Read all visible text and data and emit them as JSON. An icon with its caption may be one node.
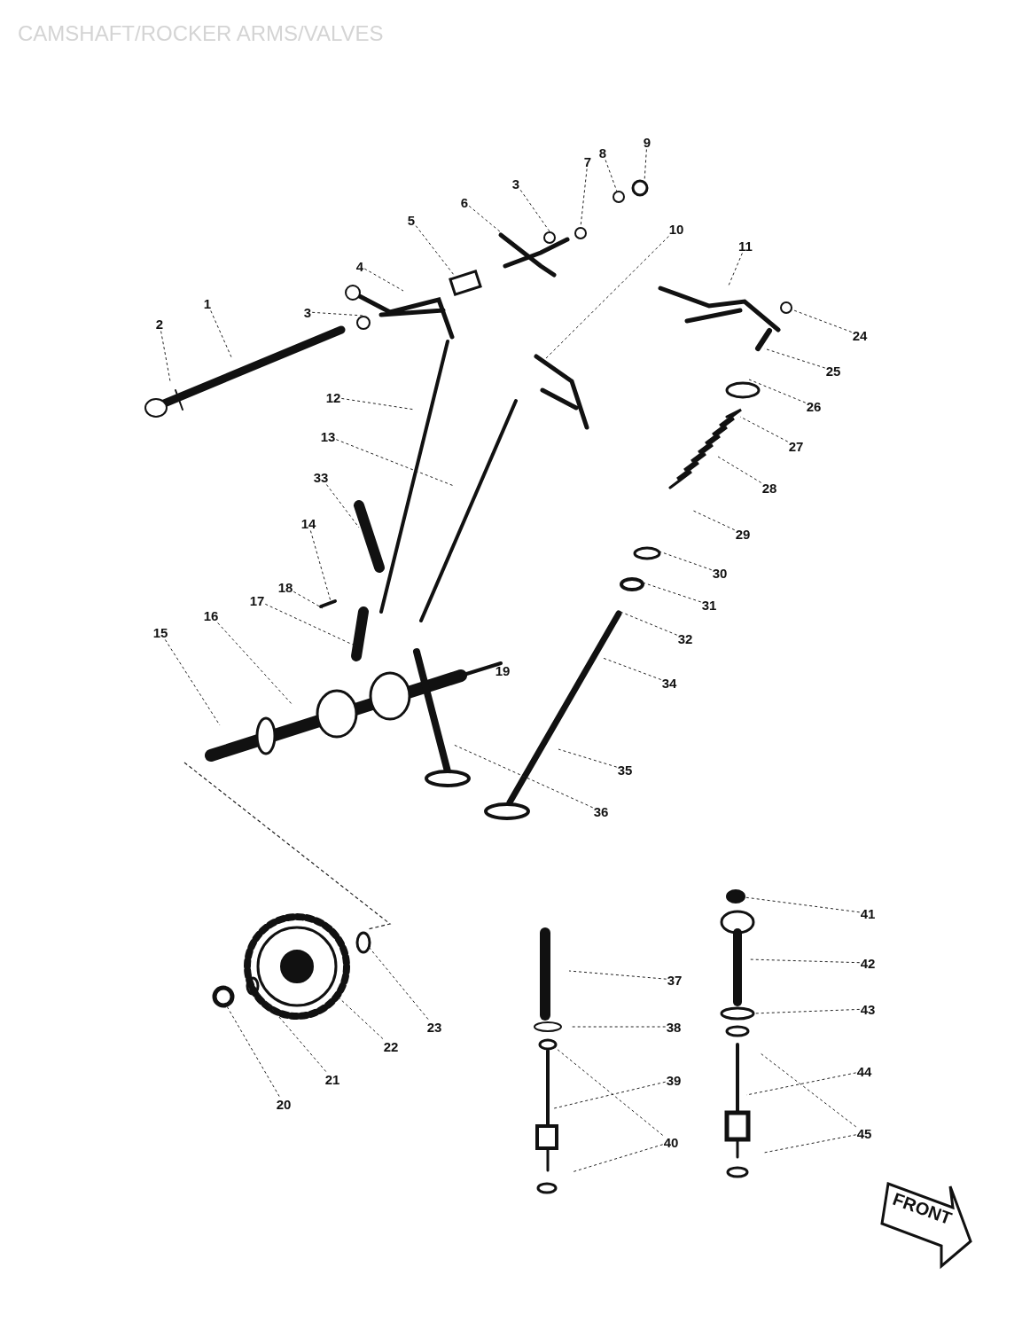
{
  "diagram": {
    "title": "CAMSHAFT/ROCKER ARMS/VALVES",
    "nodes": [
      {
        "text": [
          "9"
        ]
      },
      {
        "text": [
          "8"
        ]
      },
      {
        "text": [
          "7"
        ]
      },
      {
        "text": [
          "3"
        ]
      },
      {
        "text": [
          "6"
        ]
      },
      {
        "text": [
          "5"
        ]
      },
      {
        "text": [
          "10"
        ]
      },
      {
        "text": [
          "4"
        ]
      },
      {
        "text": [
          "11"
        ]
      },
      {
        "text": [
          "3"
        ]
      },
      {
        "text": [
          "1"
        ]
      },
      {
        "text": [
          "2"
        ]
      },
      {
        "text": [
          "24"
        ]
      },
      {
        "text": [
          "25"
        ]
      },
      {
        "text": [
          "12"
        ]
      },
      {
        "text": [
          "26"
        ]
      },
      {
        "text": [
          "13"
        ]
      },
      {
        "text": [
          "27"
        ]
      },
      {
        "text": [
          "33"
        ]
      },
      {
        "text": [
          "28"
        ]
      },
      {
        "text": [
          "14"
        ]
      },
      {
        "text": [
          "29"
        ]
      },
      {
        "text": [
          "30"
        ]
      },
      {
        "text": [
          "18"
        ]
      },
      {
        "text": [
          "17"
        ]
      },
      {
        "text": [
          "31"
        ]
      },
      {
        "text": [
          "16"
        ]
      },
      {
        "text": [
          "15"
        ]
      },
      {
        "text": [
          "32"
        ]
      },
      {
        "text": [
          "34"
        ]
      },
      {
        "text": [
          "35"
        ]
      },
      {
        "text": [
          "36"
        ]
      },
      {
        "text": [
          "41"
        ]
      },
      {
        "text": [
          "42"
        ]
      },
      {
        "text": [
          "37"
        ]
      },
      {
        "text": [
          "43"
        ]
      },
      {
        "text": [
          "38"
        ]
      },
      {
        "text": [
          "23"
        ]
      },
      {
        "text": [
          "22"
        ]
      },
      {
        "text": [
          "44"
        ]
      },
      {
        "text": [
          "21"
        ]
      },
      {
        "text": [
          "39"
        ]
      },
      {
        "text": [
          "20"
        ]
      },
      {
        "text": [
          "45"
        ]
      },
      {
        "text": [
          "40"
        ]
      }
    ],
    "edges": [
      {
        "from": 0,
        "to": null,
        "arrow": "none"
      },
      {
        "from": 1,
        "to": null,
        "arrow": "none"
      },
      {
        "from": 2,
        "to": null,
        "arrow": "none"
      },
      {
        "from": 3,
        "to": null,
        "arrow": "none"
      },
      {
        "from": 4,
        "to": null,
        "arrow": "none"
      },
      {
        "from": 5,
        "to": null,
        "arrow": "none"
      },
      {
        "from": 6,
        "to": null,
        "arrow": "none"
      },
      {
        "from": 7,
        "to": null,
        "arrow": "none"
      },
      {
        "from": 8,
        "to": null,
        "arrow": "none"
      },
      {
        "from": 9,
        "to": null,
        "arrow": "none"
      },
      {
        "from": 10,
        "to": null,
        "arrow": "none"
      },
      {
        "from": 11,
        "to": null,
        "arrow": "none"
      },
      {
        "from": 12,
        "to": null,
        "arrow": "none"
      },
      {
        "from": 13,
        "to": null,
        "arrow": "none"
      },
      {
        "from": 14,
        "to": null,
        "arrow": "none"
      },
      {
        "from": 15,
        "to": null,
        "arrow": "none"
      },
      {
        "from": 16,
        "to": null,
        "arrow": "none"
      },
      {
        "from": 17,
        "to": null,
        "arrow": "none"
      },
      {
        "from": 18,
        "to": null,
        "arrow": "none"
      },
      {
        "from": 19,
        "to": null,
        "arrow": "none"
      },
      {
        "from": 20,
        "to": null,
        "arrow": "none"
      },
      {
        "from": 21,
        "to": null,
        "arrow": "none"
      },
      {
        "from": 22,
        "to": null,
        "arrow": "none"
      },
      {
        "from": 23,
        "to": null,
        "arrow": "none"
      },
      {
        "from": 24,
        "to": null,
        "arrow": "none"
      },
      {
        "from": 25,
        "to": null,
        "arrow": "none"
      },
      {
        "from": 26,
        "to": null,
        "arrow": "none"
      },
      {
        "from": 27,
        "to": null,
        "arrow": "none"
      },
      {
        "from": 28,
        "to": null,
        "arrow": "none"
      },
      {
        "from": 29,
        "to": null,
        "arrow": "none"
      },
      {
        "from": 30,
        "to": null,
        "arrow": "none"
      },
      {
        "from": 31,
        "to": null,
        "arrow": "none"
      },
      {
        "from": 32,
        "to": null,
        "arrow": "none"
      },
      {
        "from": 33,
        "to": null,
        "arrow": "none"
      },
      {
        "from": 34,
        "to": null,
        "arrow": "none"
      },
      {
        "from": 35,
        "to": null,
        "arrow": "none"
      },
      {
        "from": 36,
        "to": null,
        "arrow": "none"
      },
      {
        "from": 37,
        "to": null,
        "arrow": "none"
      },
      {
        "from": 38,
        "to": null,
        "arrow": "none"
      },
      {
        "from": 39,
        "to": null,
        "arrow": "none"
      },
      {
        "from": 40,
        "to": null,
        "arrow": "none"
      },
      {
        "from": 41,
        "to": null,
        "arrow": "none"
      },
      {
        "from": 42,
        "to": null,
        "arrow": "none"
      },
      {
        "from": 43,
        "to": null,
        "arrow": "none"
      },
      {
        "from": 43,
        "to": null,
        "arrow": "none"
      },
      {
        "from": 44,
        "to": null,
        "arrow": "none"
      },
      {
        "from": 44,
        "to": null,
        "arrow": "none"
      }
    ],
    "labels": [
      "19",
      "FRONT"
    ]
  }
}
